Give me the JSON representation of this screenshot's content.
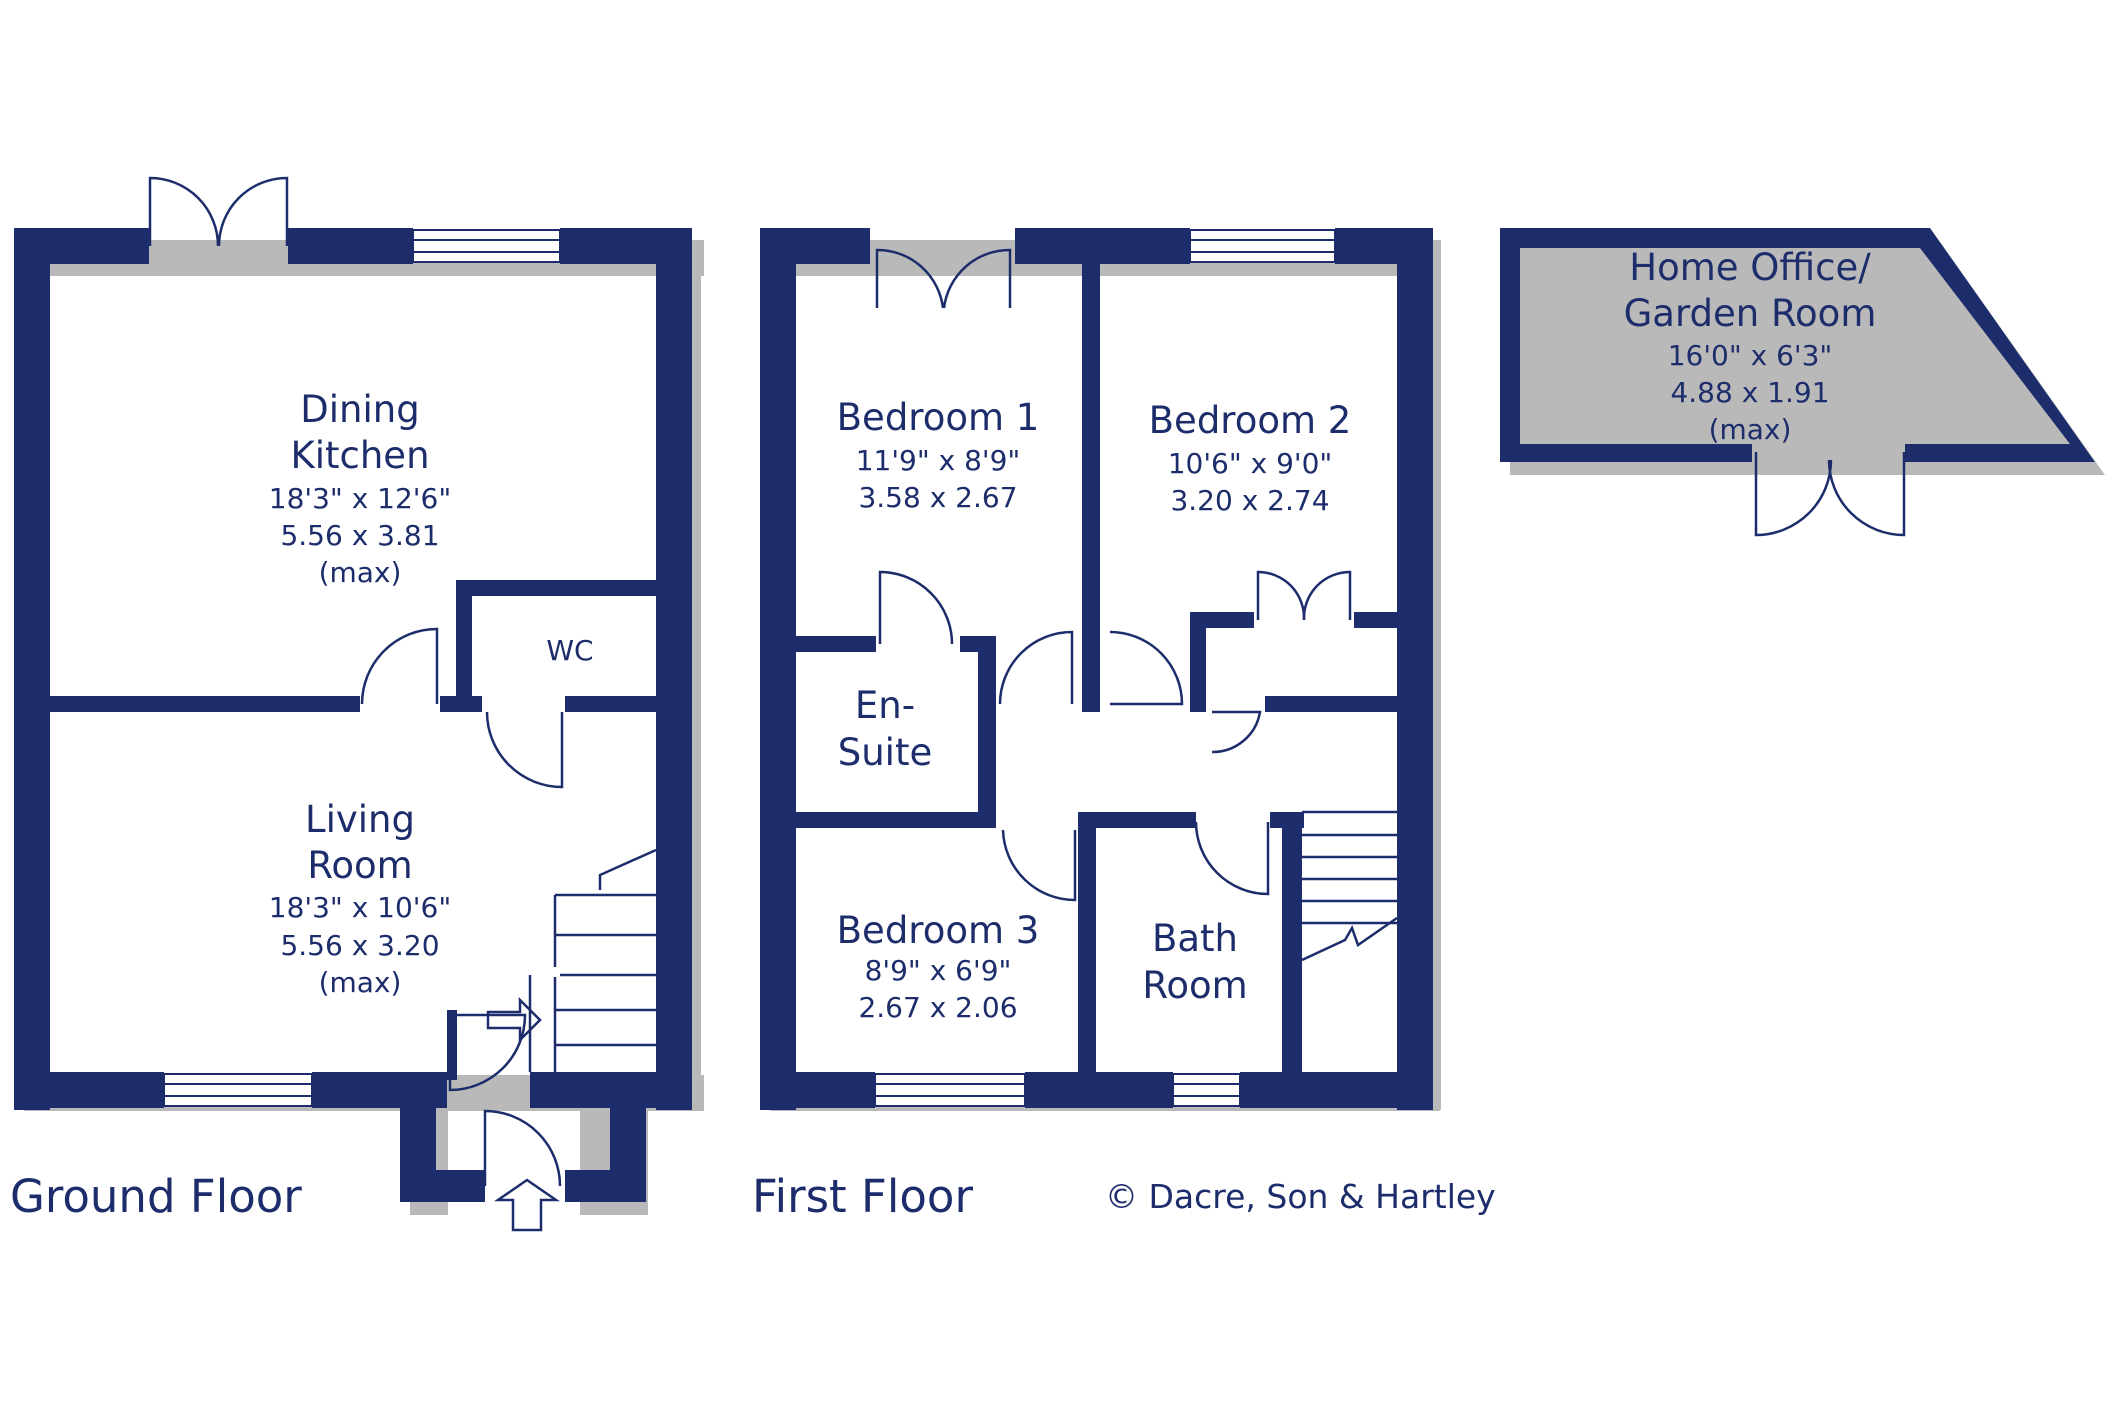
{
  "floors": {
    "ground": {
      "label": "Ground Floor",
      "rooms": {
        "dining_kitchen": {
          "name": [
            "Dining",
            "Kitchen"
          ],
          "imperial": "18'3\"  x  12'6\"",
          "metric": "5.56  x  3.81",
          "note": "(max)"
        },
        "wc": {
          "name": "WC"
        },
        "living_room": {
          "name": [
            "Living",
            "Room"
          ],
          "imperial": "18'3\"  x  10'6\"",
          "metric": "5.56  x  3.20",
          "note": "(max)"
        }
      }
    },
    "first": {
      "label": "First Floor",
      "rooms": {
        "bedroom1": {
          "name": "Bedroom 1",
          "imperial": "11'9\"  x  8'9\"",
          "metric": "3.58  x  2.67"
        },
        "bedroom2": {
          "name": "Bedroom 2",
          "imperial": "10'6\"  x  9'0\"",
          "metric": "3.20  x  2.74"
        },
        "ensuite": {
          "name": [
            "En-",
            "Suite"
          ]
        },
        "bedroom3": {
          "name": "Bedroom 3",
          "imperial": "8'9\"  x  6'9\"",
          "metric": "2.67  x  2.06"
        },
        "bathroom": {
          "name": [
            "Bath",
            "Room"
          ]
        }
      }
    },
    "outbuilding": {
      "rooms": {
        "home_office": {
          "name": [
            "Home Office/",
            "Garden Room"
          ],
          "imperial": "16'0\"  x  6'3\"",
          "metric": "4.88  x  1.91",
          "note": "(max)"
        }
      }
    }
  },
  "copyright": "© Dacre, Son & Hartley",
  "colors": {
    "wall": "#1d2d6b",
    "shadow": "#b9b9b9",
    "background": "#ffffff"
  }
}
